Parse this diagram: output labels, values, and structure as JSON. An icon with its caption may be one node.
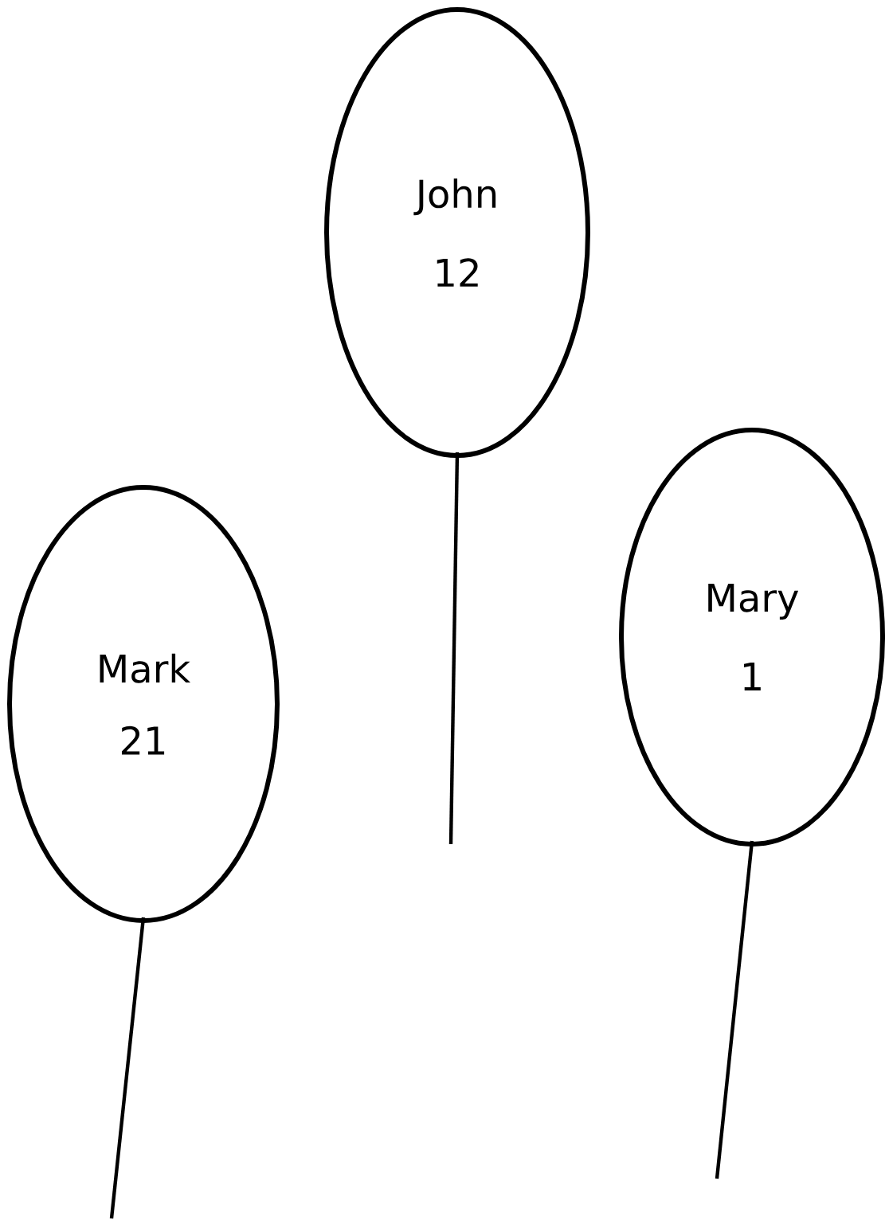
{
  "diagram": {
    "nodes": [
      {
        "text": [
          "Mark",
          "21"
        ]
      },
      {
        "text": [
          "John",
          "12"
        ]
      },
      {
        "text": [
          "Mary",
          "1"
        ]
      }
    ]
  }
}
